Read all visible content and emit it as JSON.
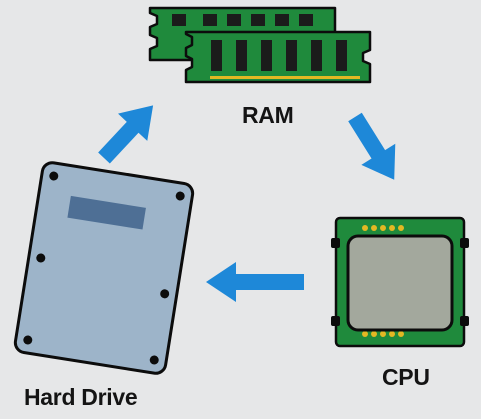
{
  "labels": {
    "ram": "RAM",
    "cpu": "CPU",
    "hard_drive": "Hard Drive"
  },
  "colors": {
    "background": "#e6e7e8",
    "arrow": "#1e88d8",
    "pcb_green": "#1f8a3c",
    "chip_black": "#1b1b1b",
    "gold_contact": "#e3b823",
    "cpu_die": "#a3a89d",
    "drive_face": "#9db4c9",
    "drive_label": "#4e6f95",
    "label_text": "#141414"
  },
  "flow": [
    "hard_drive",
    "ram",
    "cpu",
    "hard_drive"
  ]
}
